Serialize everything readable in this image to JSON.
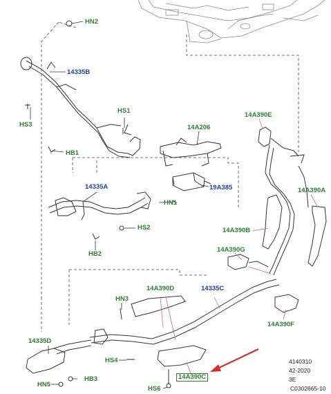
{
  "labels": {
    "hn2": "HN2",
    "p14335b": "14335B",
    "hs1": "HS1",
    "hs3": "HS3",
    "hb1": "HB1",
    "p14a206": "14A206",
    "p14a390e": "14A390E",
    "p14335a": "14335A",
    "p19a385": "19A385",
    "p14a390a": "14A390A",
    "hn1": "HN1",
    "hs2": "HS2",
    "p14a390b": "14A390B",
    "p14a390g": "14A390G",
    "hb2": "HB2",
    "p14a390d": "14A390D",
    "p14335c": "14335C",
    "hn3": "HN3",
    "p14335d": "14335D",
    "p14a390f": "14A390F",
    "hs4": "HS4",
    "hb3": "HB3",
    "hn5": "HN5",
    "hs6": "HS6",
    "p14a390c": "14A390C"
  },
  "info": {
    "line1": "4140310",
    "line2": "42-2020",
    "line3": "3E",
    "line4": "C0302665-10"
  },
  "colors": {
    "green_label": "#2e7d32",
    "blue_label": "#1f3fa0",
    "leader_pink": "#e06080",
    "arrow_red": "#d32f2f",
    "linework": "#333333"
  }
}
